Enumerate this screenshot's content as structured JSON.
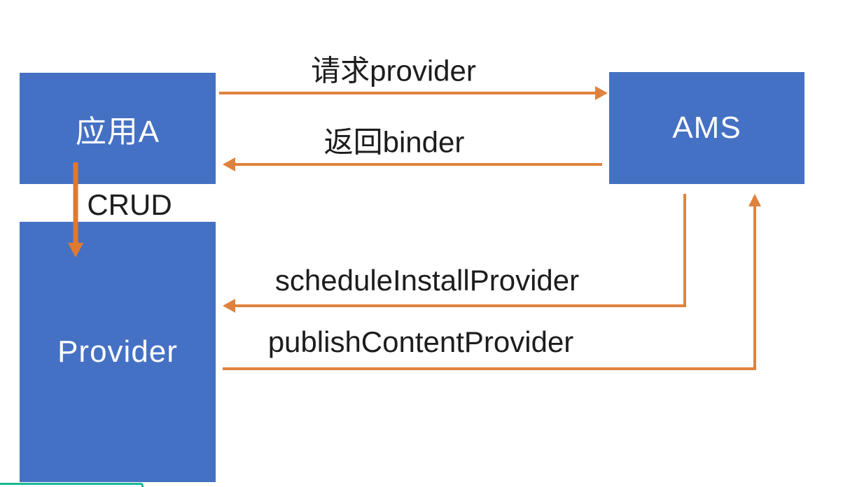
{
  "diagram": {
    "title": "ContentProvider binder flow diagram",
    "colors": {
      "node_fill": "#4571c4",
      "node_text": "#ffffff",
      "arrow": "#e0823e",
      "label_text": "#1d1d1f",
      "progress_teal": "#1cb795"
    },
    "nodes": [
      {
        "id": "app-a",
        "label": "应用A"
      },
      {
        "id": "ams",
        "label": "AMS"
      },
      {
        "id": "provider",
        "label": "Provider"
      }
    ],
    "edges": [
      {
        "id": "request-provider",
        "label": "请求provider",
        "from": "app-a",
        "to": "ams",
        "direction": "right"
      },
      {
        "id": "return-binder",
        "label": "返回binder",
        "from": "ams",
        "to": "app-a",
        "direction": "left"
      },
      {
        "id": "crud",
        "label": "CRUD",
        "from": "app-a",
        "to": "provider",
        "direction": "down"
      },
      {
        "id": "schedule-install-provider",
        "label": "scheduleInstallProvider",
        "from": "ams",
        "to": "provider",
        "direction": "left"
      },
      {
        "id": "publish-content-provider",
        "label": "publishContentProvider",
        "from": "provider",
        "to": "ams",
        "direction": "up"
      }
    ]
  }
}
